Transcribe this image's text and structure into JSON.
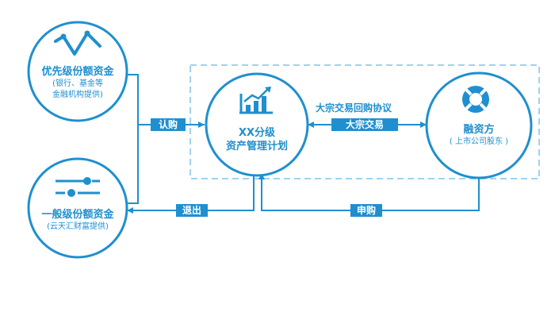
{
  "colors": {
    "primary": "#1f8fcf",
    "dashed_border": "#9fd3ef",
    "background": "#ffffff"
  },
  "nodes": {
    "priority": {
      "title": "优先级份额资金",
      "sub1": "(银行、基金等",
      "sub2": "金融机构提供)",
      "icon": "trend-line-icon"
    },
    "general": {
      "title": "一般级份额资金",
      "sub1": "(云天汇财富提供)",
      "icon": "slider-controls-icon"
    },
    "plan": {
      "title1": "XX分级",
      "title2": "资产管理计划",
      "icon": "bar-chart-growth-icon"
    },
    "financier": {
      "title": "融资方",
      "sub1": "( 上市公司股东 )",
      "icon": "lifebuoy-icon"
    }
  },
  "edges": {
    "subscribe": "认购",
    "exit": "退出",
    "apply": "申购",
    "block_trade": "大宗交易",
    "repurchase_agreement": "大宗交易回购协议"
  }
}
